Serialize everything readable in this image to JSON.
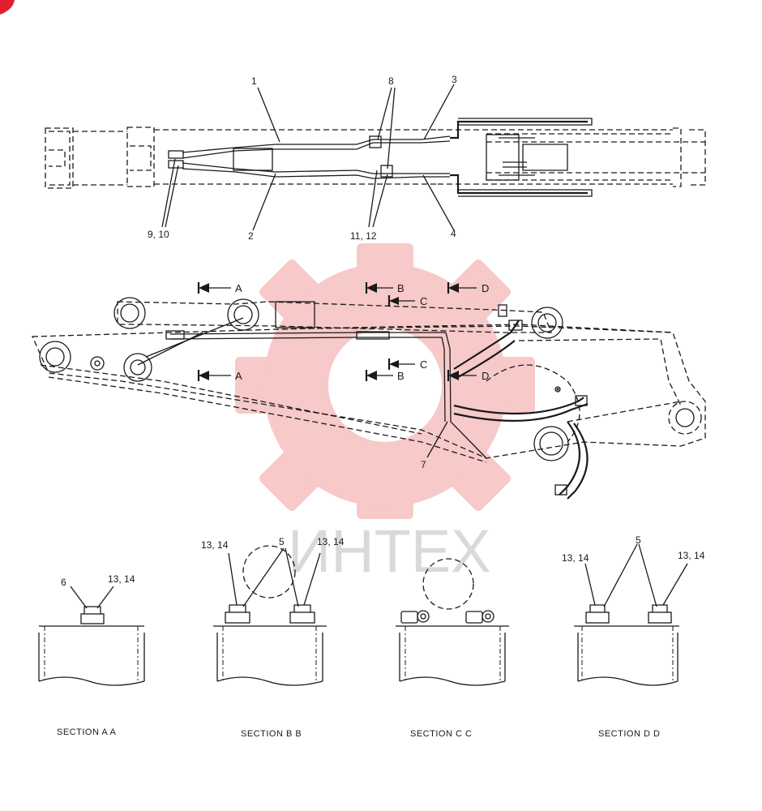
{
  "watermark": {
    "text": "ИНТЕХ",
    "gear_color": "#f7c9c9",
    "text_color": "#d9d9d9"
  },
  "corner_mark_color": "#e0202e",
  "top_view": {
    "callouts": [
      "1",
      "8",
      "3",
      "9, 10",
      "2",
      "11, 12",
      "4"
    ]
  },
  "side_view": {
    "section_arrows": [
      "A",
      "B",
      "D",
      "C",
      "C",
      "A",
      "B",
      "D"
    ],
    "callouts": [
      "7"
    ]
  },
  "sections": [
    {
      "title": "SECTION  A A",
      "callouts": [
        "6",
        "13, 14"
      ]
    },
    {
      "title": "SECTION  B B",
      "callouts": [
        "13, 14",
        "5",
        "13, 14"
      ]
    },
    {
      "title": "SECTION  C C",
      "callouts": []
    },
    {
      "title": "SECTION  D D",
      "callouts": [
        "13, 14",
        "5",
        "13, 14"
      ]
    }
  ]
}
